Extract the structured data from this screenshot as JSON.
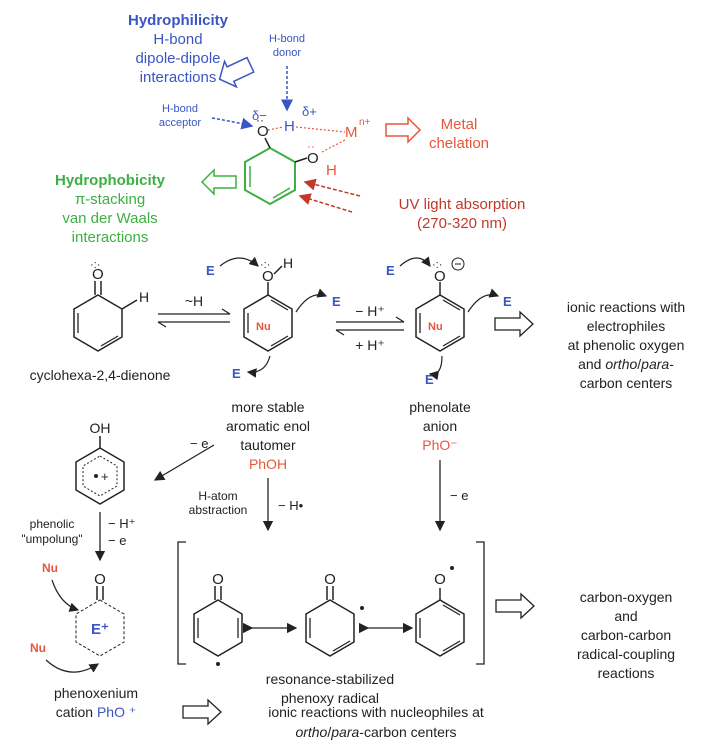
{
  "colors": {
    "blue": "#3a55c4",
    "red": "#e8563a",
    "darkred": "#c0392b",
    "green": "#3cb043",
    "black": "#222222"
  },
  "top": {
    "hydrophilicity": "Hydrophilicity",
    "hbond": "H-bond",
    "dipole": "dipole-dipole",
    "interactions": "interactions",
    "hbond_donor_1": "H-bond",
    "hbond_donor_2": "donor",
    "hbond_acceptor_1": "H-bond",
    "hbond_acceptor_2": "acceptor",
    "delta_minus": "δ−",
    "delta_plus": "δ+",
    "h_label": "H",
    "metal": "M",
    "metal_charge": "n+",
    "metal_chelation_1": "Metal",
    "metal_chelation_2": "chelation",
    "oh_o": "O",
    "oh_h": "H",
    "o_top": "O",
    "hydrophobicity": "Hydrophobicity",
    "pi_stacking": "π-stacking",
    "vdw": "van der Waals",
    "interactions2": "interactions",
    "uv_1": "UV light absorption",
    "uv_2": "(270-320 nm)"
  },
  "middle": {
    "cyclohexadienone": "cyclohexa-2,4-dienone",
    "minus_h": "~H",
    "minus_hplus": "− H⁺",
    "plus_hplus": "+ H⁺",
    "e": "E",
    "nu": "Nu",
    "more_stable_1": "more stable",
    "more_stable_2": "aromatic enol",
    "more_stable_3": "tautomer",
    "phoh": "PhOH",
    "phenolate_1": "phenolate",
    "phenolate_2": "anion",
    "pho_minus": "PhO⁻",
    "ionic_e_1": "ionic reactions with",
    "ionic_e_2": "electrophiles",
    "ionic_e_3": "at phenolic oxygen",
    "ionic_e_4a": "and ",
    "ionic_e_4b": "ortho",
    "ionic_e_4c": "/",
    "ionic_e_4d": "para",
    "ionic_e_4e": "-",
    "ionic_e_5": "carbon centers"
  },
  "lower": {
    "oh": "OH",
    "minus_e": "− e",
    "umpolung_1": "phenolic",
    "umpolung_2": "\"umpolung\"",
    "minus_hplus2": "− H⁺",
    "minus_e2": "− e",
    "h_atom_1": "H-atom",
    "h_atom_2": "abstraction",
    "minus_hdot": "− H•",
    "minus_e3": "− e",
    "o": "O",
    "eplus": "E⁺",
    "resonance_1": "resonance-stabilized",
    "resonance_2": "phenoxy radical",
    "co_1": "carbon-oxygen",
    "co_2": "and",
    "co_3": "carbon-carbon",
    "co_4": "radical-coupling",
    "co_5": "reactions",
    "phenoxenium": "phenoxenium",
    "cation": "cation ",
    "pho_plus": "PhO ⁺",
    "ionic_nu_1": "ionic reactions with nucleophiles at",
    "ionic_nu_2a": "ortho",
    "ionic_nu_2b": "/",
    "ionic_nu_2c": "para",
    "ionic_nu_2d": "-carbon centers"
  }
}
